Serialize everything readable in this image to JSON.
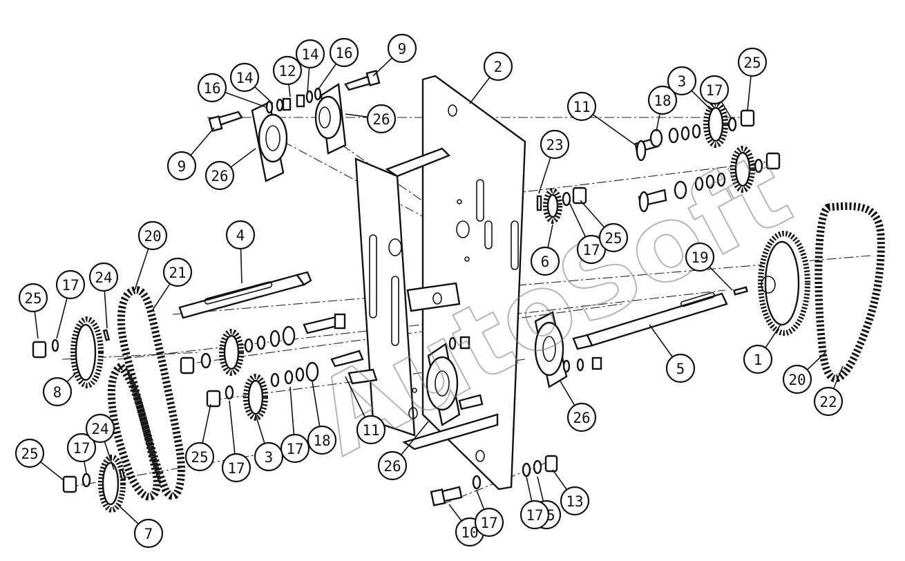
{
  "watermark": "AutoSoft",
  "balloons": [
    {
      "label": "1"
    },
    {
      "label": "2"
    },
    {
      "label": "3"
    },
    {
      "label": "3"
    },
    {
      "label": "4"
    },
    {
      "label": "5"
    },
    {
      "label": "6"
    },
    {
      "label": "7"
    },
    {
      "label": "8"
    },
    {
      "label": "9"
    },
    {
      "label": "9"
    },
    {
      "label": "10"
    },
    {
      "label": "11"
    },
    {
      "label": "11"
    },
    {
      "label": "12"
    },
    {
      "label": "13"
    },
    {
      "label": "14"
    },
    {
      "label": "14"
    },
    {
      "label": "15"
    },
    {
      "label": "16"
    },
    {
      "label": "16"
    },
    {
      "label": "17"
    },
    {
      "label": "17"
    },
    {
      "label": "17"
    },
    {
      "label": "17"
    },
    {
      "label": "17"
    },
    {
      "label": "17"
    },
    {
      "label": "17"
    },
    {
      "label": "17"
    },
    {
      "label": "18"
    },
    {
      "label": "18"
    },
    {
      "label": "19"
    },
    {
      "label": "20"
    },
    {
      "label": "20"
    },
    {
      "label": "21"
    },
    {
      "label": "22"
    },
    {
      "label": "23"
    },
    {
      "label": "24"
    },
    {
      "label": "24"
    },
    {
      "label": "25"
    },
    {
      "label": "25"
    },
    {
      "label": "25"
    },
    {
      "label": "25"
    },
    {
      "label": "25"
    },
    {
      "label": "26"
    },
    {
      "label": "26"
    },
    {
      "label": "26"
    },
    {
      "label": "26"
    }
  ]
}
